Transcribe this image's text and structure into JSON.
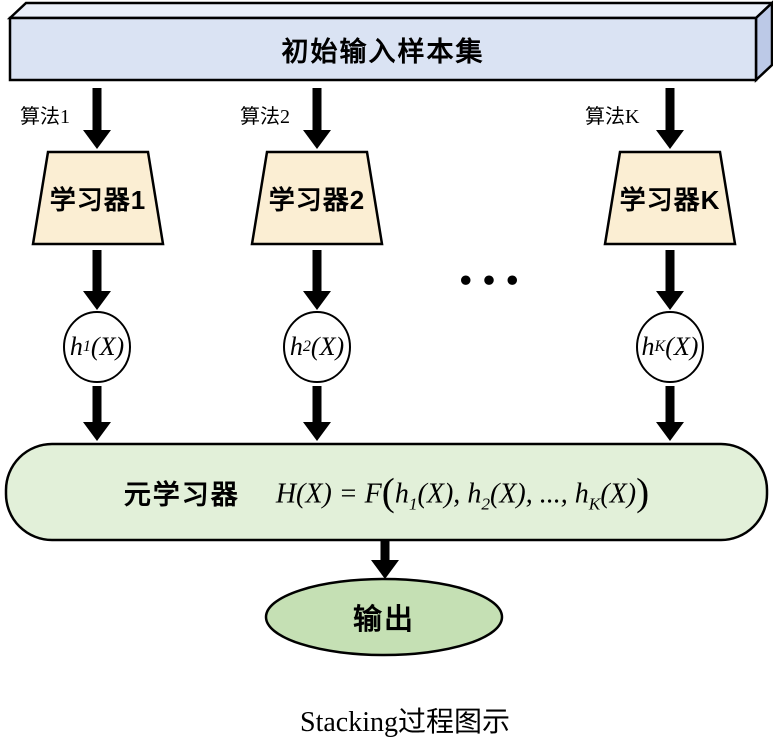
{
  "colors": {
    "box_front": "#dae3f3",
    "box_top": "#eaeff9",
    "box_side": "#bcc9e7",
    "learner_fill": "#fbeed3",
    "hypothesis_fill": "#ffffff",
    "meta_fill": "#e2f0d9",
    "output_fill": "#c5e0b4",
    "stroke": "#000000"
  },
  "input_box": {
    "label": "初始输入样本集"
  },
  "branches": [
    {
      "algorithm": "算法1",
      "learner": "学习器1",
      "h_base": "h",
      "h_sub": "1",
      "h_args": "(X)"
    },
    {
      "algorithm": "算法2",
      "learner": "学习器2",
      "h_base": "h",
      "h_sub": "2",
      "h_args": "(X)"
    },
    {
      "algorithm": "算法K",
      "learner": "学习器K",
      "h_base": "h",
      "h_sub": "K",
      "h_args": "(X)"
    }
  ],
  "ellipsis": "•••",
  "meta_learner": {
    "label": "元学习器",
    "formula": {
      "head": "H(X) = F",
      "open": "(",
      "term1": {
        "base": "h",
        "sub": "1",
        "rest": "(X), "
      },
      "term2": {
        "base": "h",
        "sub": "2",
        "rest": "(X), ..., "
      },
      "term3": {
        "base": "h",
        "sub": "K",
        "rest": "(X)"
      },
      "close": ")"
    }
  },
  "output": {
    "label": "输出"
  },
  "caption": "Stacking过程图示"
}
